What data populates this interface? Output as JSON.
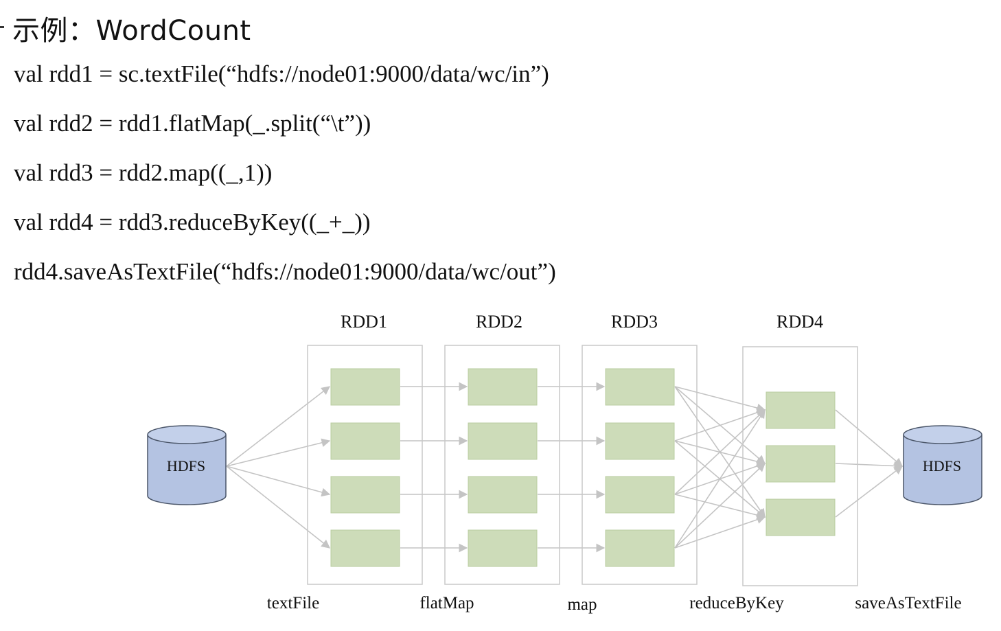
{
  "heading": "示例：WordCount",
  "code_lines": [
    "val rdd1 = sc.textFile(“hdfs://node01:9000/data/wc/in”)",
    "val rdd2 = rdd1.flatMap(_.split(“\\t”))",
    "val rdd3 = rdd2.map((_,1))",
    "val rdd4 = rdd3.reduceByKey((_+_))",
    "rdd4.saveAsTextFile(“hdfs://node01:9000/data/wc/out”)"
  ],
  "diagram": {
    "source_label": "HDFS",
    "sink_label": "HDFS",
    "rdds": [
      {
        "label": "RDD1",
        "partitions": 4
      },
      {
        "label": "RDD2",
        "partitions": 4
      },
      {
        "label": "RDD3",
        "partitions": 4
      },
      {
        "label": "RDD4",
        "partitions": 3
      }
    ],
    "operations": [
      "textFile",
      "flatMap",
      "map",
      "reduceByKey",
      "saveAsTextFile"
    ],
    "colors": {
      "partition_fill": "#cddcb9",
      "partition_stroke": "#b9cca0",
      "cylinder_fill": "#b4c3e2",
      "cylinder_stroke": "#4a5568",
      "arrow": "#c4c4c4",
      "box_stroke": "#c8c8c8"
    }
  }
}
